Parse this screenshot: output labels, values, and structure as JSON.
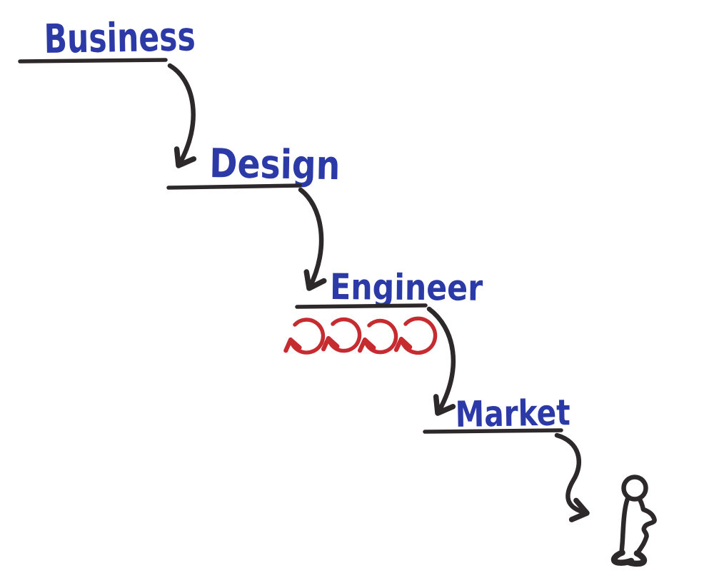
{
  "stages": [
    {
      "label": "Business"
    },
    {
      "label": "Design"
    },
    {
      "label": "Engineer"
    },
    {
      "label": "Market"
    }
  ],
  "iteration_loops": {
    "count": 4,
    "location": "below Engineer underline"
  },
  "icons": {
    "person": "person-figure-icon",
    "loop": "iteration-loop-icon",
    "arrow": "curved-step-arrow-icon"
  },
  "colors": {
    "ink": "#2d292a",
    "label_blue": "#2b3aa6",
    "loop_red": "#c62b30",
    "background": "#ffffff"
  }
}
